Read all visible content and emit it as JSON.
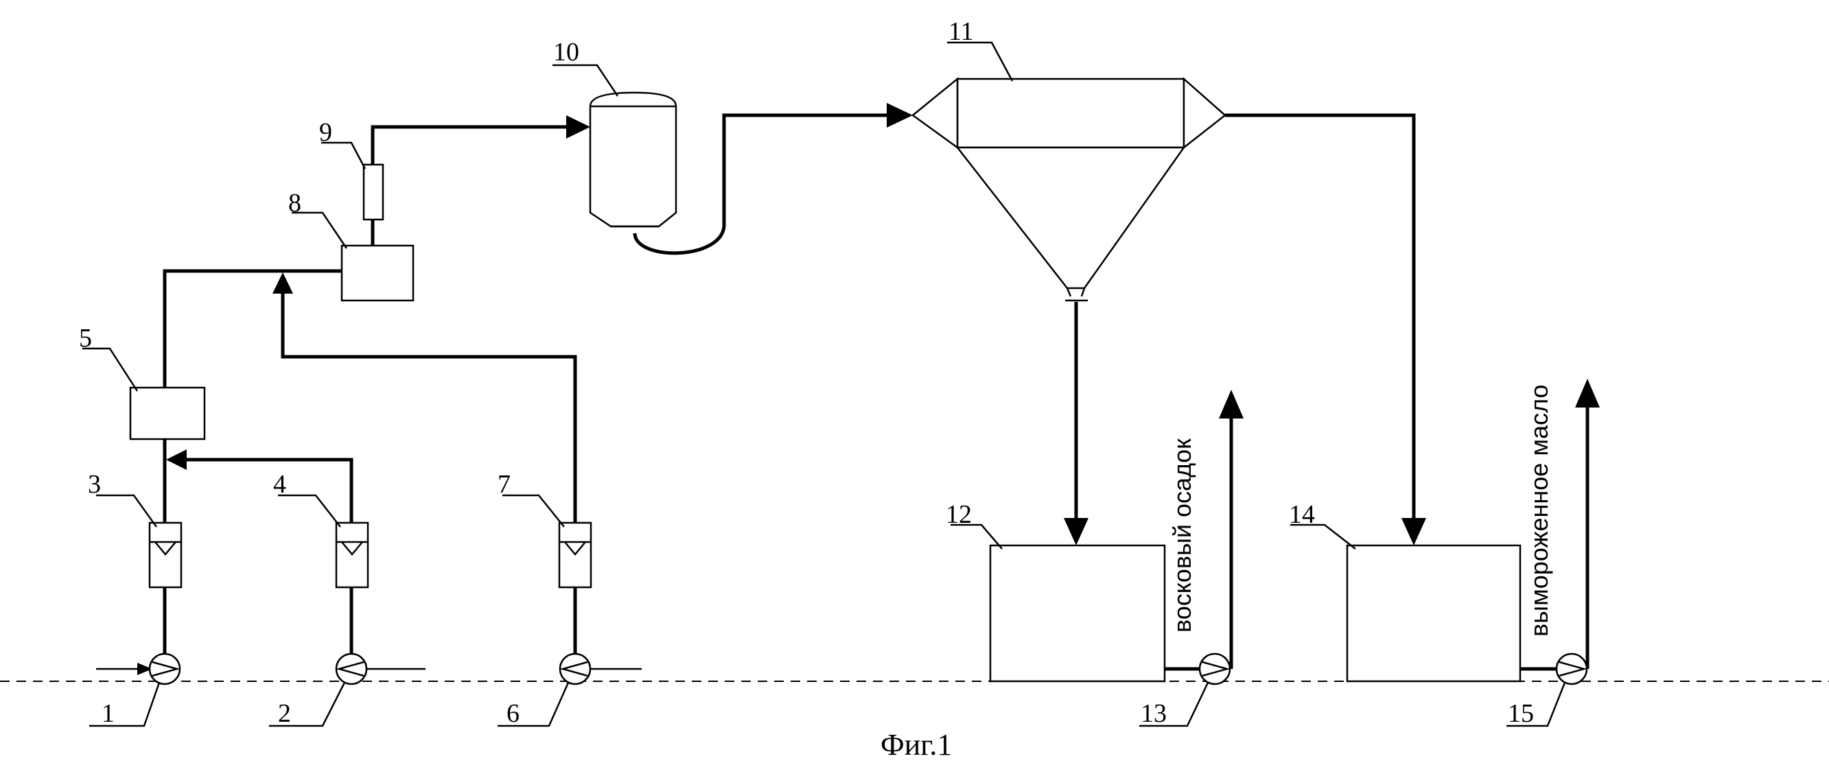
{
  "labels": {
    "n1": "1",
    "n2": "2",
    "n3": "3",
    "n4": "4",
    "n5": "5",
    "n6": "6",
    "n7": "7",
    "n8": "8",
    "n9": "9",
    "n10": "10",
    "n11": "11",
    "n12": "12",
    "n13": "13",
    "n14": "14",
    "n15": "15"
  },
  "streams": {
    "wax": "восковый осадок",
    "oil": "вымороженное масло"
  },
  "caption": "Фиг.1"
}
